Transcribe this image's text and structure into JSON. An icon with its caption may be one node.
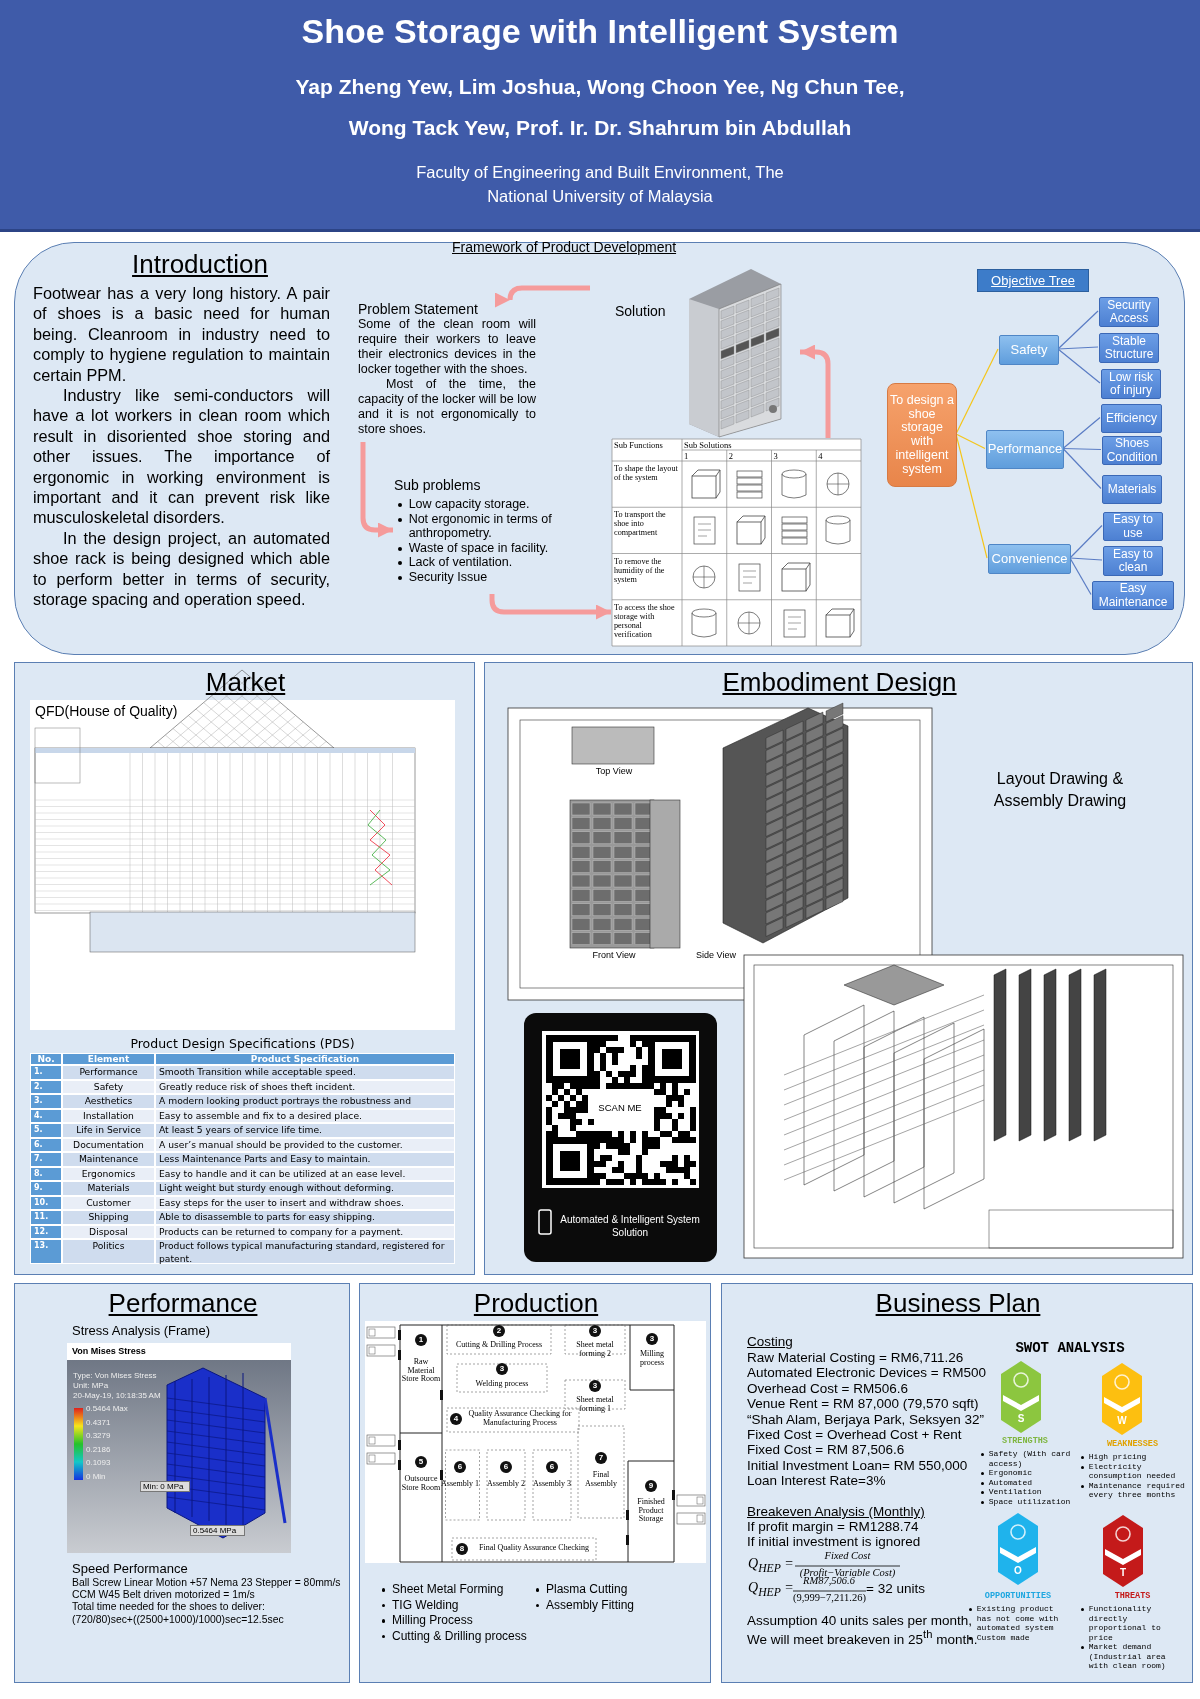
{
  "diagram": {
    "title": "Shoe Storage with Intelligent System",
    "nodes": [
      {
        "text": [
          "Introduction"
        ]
      },
      {
        "text": [
          "Problem Statement",
          "Some of the clean room will require their workers to leave their electronics devices in the locker together with the shoes.",
          "Most of the time, the capacity of the locker will be low and it is not ergonomically to store shoes."
        ],
        "in": 0
      },
      {
        "text": [
          "Solution"
        ],
        "in": 0
      },
      {
        "text": [
          "Sub problems",
          "Low capacity storage.",
          "Not ergonomic in terms of anthropometry.",
          "Waste of space in facility.",
          "Lack of ventilation.",
          "Security Issue"
        ],
        "in": 0
      },
      {
        "text": [
          "Sub Functions",
          "Sub Solutions",
          "1",
          "2",
          "3",
          "4",
          "To shape the layout of the system",
          "To transport the shoe into compartment",
          "To remove the humidity of the system",
          "To access the shoe storage with personal verification"
        ],
        "in": 0
      },
      {
        "text": [
          "Objective Tree"
        ],
        "in": 0
      },
      {
        "text": [
          "To design a shoe storage with intelligent system"
        ],
        "in": 0
      },
      {
        "text": [
          "Safety"
        ],
        "in": 0
      },
      {
        "text": [
          "Security Access"
        ],
        "in": 0
      },
      {
        "text": [
          "Stable Structure"
        ],
        "in": 0
      },
      {
        "text": [
          "Low risk of injury"
        ],
        "in": 0
      },
      {
        "text": [
          "Performance"
        ],
        "in": 0
      },
      {
        "text": [
          "Efficiency"
        ],
        "in": 0
      },
      {
        "text": [
          "Shoes Condition"
        ],
        "in": 0
      },
      {
        "text": [
          "Materials"
        ],
        "in": 0
      },
      {
        "text": [
          "Convenience"
        ],
        "in": 0
      },
      {
        "text": [
          "Easy to use"
        ],
        "in": 0
      },
      {
        "text": [
          "Easy to clean"
        ],
        "in": 0
      },
      {
        "text": [
          "Easy Maintenance"
        ],
        "in": 0
      },
      {
        "text": [
          "Market"
        ]
      },
      {
        "text": [
          "Embodiment Design"
        ]
      },
      {
        "text": [
          "Performance"
        ]
      },
      {
        "text": [
          "Production"
        ]
      },
      {
        "text": [
          "Business Plan"
        ]
      },
      {
        "text": [
          "S"
        ],
        "in": 23,
        "beside": [
          "STRENGTHS",
          "Safety (With card access)",
          "Ergonomic",
          "Automated",
          "Ventilation",
          "Space utilization"
        ]
      },
      {
        "text": [
          "W"
        ],
        "in": 23,
        "beside": [
          "WEAKNESSES",
          "High pricing",
          "Electricity consumption needed",
          "Maintenance required every three months"
        ]
      },
      {
        "text": [
          "O"
        ],
        "in": 23,
        "beside": [
          "OPPORTUNITIES",
          "Existing product has not come with automated system",
          "Custom made"
        ]
      },
      {
        "text": [
          "T"
        ],
        "in": 23,
        "beside": [
          "THREATS",
          "Functionality directly proportional to price",
          "Market demand (Industrial area with clean room)"
        ]
      }
    ],
    "edges": [
      {
        "from": 2,
        "to": 1,
        "arrow": "to",
        "style": "thick",
        "color": "#f59b9b"
      },
      {
        "from": 1,
        "to": 3,
        "arrow": "to",
        "style": "thick",
        "color": "#f59b9b"
      },
      {
        "from": 3,
        "to": 4,
        "arrow": "to",
        "style": "thick",
        "color": "#f59b9b"
      },
      {
        "from": 4,
        "to": 2,
        "arrow": "to",
        "style": "thick",
        "color": "#f59b9b"
      },
      {
        "from": 6,
        "to": 7,
        "arrow": "none",
        "color": "#f5c518"
      },
      {
        "from": 6,
        "to": 11,
        "arrow": "none",
        "color": "#f5c518"
      },
      {
        "from": 6,
        "to": 15,
        "arrow": "none",
        "color": "#f5c518"
      },
      {
        "from": 7,
        "to": 8,
        "arrow": "none"
      },
      {
        "from": 7,
        "to": 9,
        "arrow": "none"
      },
      {
        "from": 7,
        "to": 10,
        "arrow": "none"
      },
      {
        "from": 11,
        "to": 12,
        "arrow": "none"
      },
      {
        "from": 11,
        "to": 13,
        "arrow": "none"
      },
      {
        "from": 11,
        "to": 14,
        "arrow": "none"
      },
      {
        "from": 15,
        "to": 16,
        "arrow": "none"
      },
      {
        "from": 15,
        "to": 17,
        "arrow": "none"
      },
      {
        "from": 15,
        "to": 18,
        "arrow": "none"
      }
    ],
    "labels": [
      "Yap Zheng Yew, Lim Joshua, Wong Choon Yee, Ng Chun Tee, Wong Tack Yew, Prof. Ir. Dr. Shahrum bin Abdullah",
      "Faculty of Engineering and Built Environment, The National University of Malaysia",
      "Footwear has a very long history. A pair of shoes is a basic need for human being. Cleanroom in industry need to comply to hygiene regulation to maintain certain PPM.",
      "Industry like semi-conductors will have a lot workers in clean room which result in disoriented shoe storing and other issues. The importance of ergonomic in working environment is important and it can prevent risk like musculoskeletal disorders.",
      "In the design project, an automated shoe rack is being designed which able to perform better in terms of security, storage spacing and operation speed.",
      "Framework of Product Development",
      "QFD(House of Quality)",
      "Product Design Specifications (PDS)",
      "No.",
      "Element",
      "Product Specification",
      "1.",
      "Performance",
      "Smooth Transition while acceptable speed.",
      "2.",
      "Safety",
      "Greatly reduce risk of shoes theft incident.",
      "3.",
      "Aesthetics",
      "A modern looking product portrays the robustness and reliability.",
      "4.",
      "Installation",
      "Easy to assemble and fix to a desired place.",
      "5.",
      "Life in Service",
      "At least 5 years of service life time.",
      "6.",
      "Documentation",
      "A user’s manual should be provided to the customer.",
      "7.",
      "Maintenance",
      "Less Maintenance Parts and Easy to maintain.",
      "8.",
      "Ergonomics",
      "Easy to handle and it can be utilized at an ease level.",
      "9.",
      "Materials",
      "Light weight but sturdy enough without deforming.",
      "10.",
      "Customer",
      "Easy steps for the user to insert and withdraw shoes.",
      "11.",
      "Shipping",
      "Able to disassemble to parts for easy shipping.",
      "12.",
      "Disposal",
      "Products can be returned to company for a payment.",
      "13.",
      "Politics",
      "Product follows typical manufacturing standard, registered for patent.",
      "Top View",
      "Front View",
      "Side View",
      "Layout Drawing & Assembly Drawing",
      "SCAN ME",
      "Automated & Intelligent System Solution",
      "Stress Analysis (Frame)",
      "Von Mises Stress",
      "Type: Von Mises Stress",
      "Unit: MPa",
      "20-May-19, 10:18:35 AM",
      "0.5464 Max",
      "0.4371",
      "0.3279",
      "0.2186",
      "0.1093",
      "0 Min",
      "Min: 0 MPa",
      "0.5464 MPa",
      "Speed Performance",
      "Ball Screw Linear Motion +57 Nema 23 Stepper = 80mm/s",
      "CCM W45 Belt driven motorized = 1m/s",
      "Total time needed for the shoes to deliver:",
      "(720/80)sec+((2500+1000)/1000)sec=12.5sec",
      "1",
      "Raw Material Store Room",
      "2",
      "Cutting & Drilling Process",
      "3",
      "Sheet metal forming 2",
      "3",
      "Milling process",
      "3",
      "Welding process",
      "3",
      "Sheet metal forming 1",
      "4",
      "Quality Assurance Checking for Manufacturing Process",
      "5",
      "Outsource Store Room",
      "6",
      "Assembly 1",
      "6",
      "Assembly 2",
      "6",
      "Assembly 3",
      "7",
      "Final Assembly",
      "9",
      "Finished Product Storage",
      "8",
      "Final Quality Assurance Checking",
      "Sheet Metal Forming",
      "TIG Welding",
      "Milling Process",
      "Cutting & Drilling process",
      "Plasma Cutting",
      "Assembly Fitting",
      "Costing",
      "Raw Material Costing = RM6,711.26",
      "Automated Electronic Devices = RM500",
      "Overhead Cost = RM506.6",
      "Venue Rent = RM 87,000 (79,570 sqft)",
      "“Shah Alam, Berjaya Park, Seksyen 32”",
      "Fixed Cost = Overhead Cost + Rent",
      "Fixed Cost = RM 87,506.6",
      "Initial Investment Loan= RM 550,000",
      "Loan Interest Rate=3%",
      "Breakeven Analysis (Monthly)",
      "If profit margin = RM1288.74",
      "If initial investment is ignored",
      "Q$_{HEP}$ =",
      "Fixed Cost",
      "(Profit−Variable Cost)",
      "Q$_{HEP}$ =",
      "RM87,506.6",
      "(9,999−7,211.26)",
      "= 32 units",
      "Assumption 40 units sales per month,",
      "We will meet breakeven in 25$^{th}$ month.",
      "SWOT ANALYSIS"
    ]
  }
}
